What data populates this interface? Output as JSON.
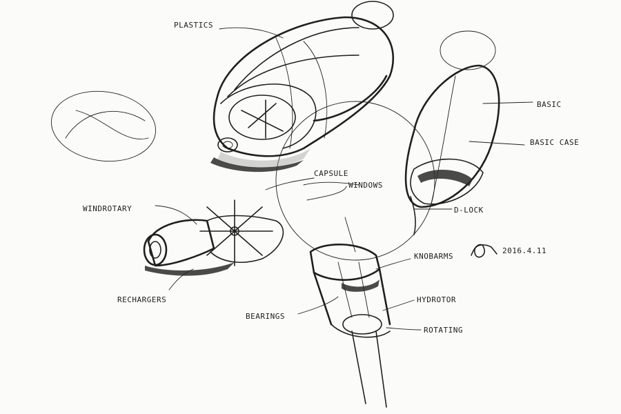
{
  "labels": {
    "plastics": "PLASTICS",
    "basic": "BASIC",
    "basic_case": "BASIC CASE",
    "capsule": "CAPSULE",
    "windows": "WINDOWS",
    "windrotary": "WINDROTARY",
    "d_lock": "D-LOCK",
    "rechargers": "RECHARGERS",
    "bearings": "BEARINGS",
    "hydrotor": "HYDROTOR",
    "rotating": "ROTATING",
    "knob": "KNOBARMS"
  },
  "signature": {
    "date": "2016.4.11"
  }
}
